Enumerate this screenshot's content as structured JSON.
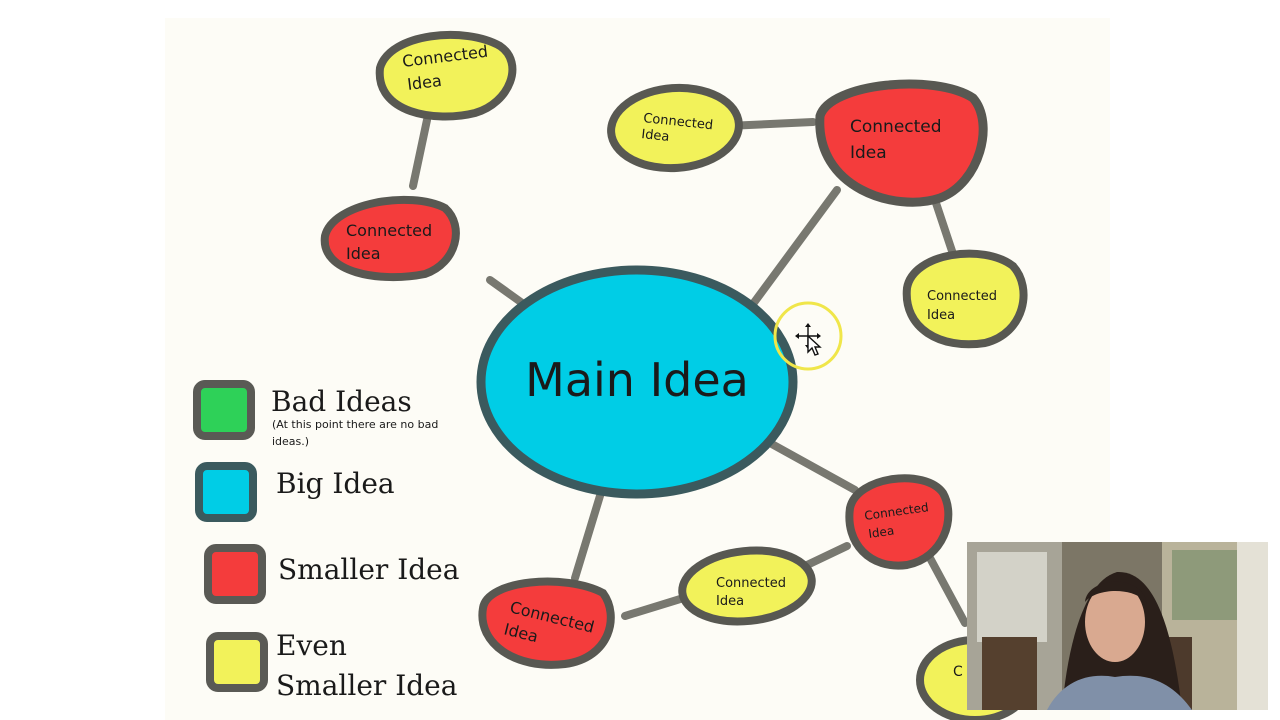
{
  "diagram": {
    "main": {
      "label": "Main Idea"
    },
    "connected_label_line1": "Connected",
    "connected_label_line2": "Idea",
    "partial_label": "C I"
  },
  "legend": {
    "bad": {
      "label": "Bad Ideas",
      "note": "(At this point there are no bad ideas.)"
    },
    "big": {
      "label": "Big Idea"
    },
    "smaller": {
      "label": "Smaller Idea"
    },
    "even_smaller": {
      "label_line1": "Even",
      "label_line2": "Smaller Idea"
    }
  },
  "colors": {
    "main": "#00cde6",
    "smaller": "#f43c3c",
    "even_smaller": "#f2f25a",
    "bad": "#2ed158",
    "outline": "#585852",
    "connector": "#787870",
    "cursor_ring": "#f0e64a"
  },
  "icons": {
    "cursor": "move-cursor-icon"
  }
}
